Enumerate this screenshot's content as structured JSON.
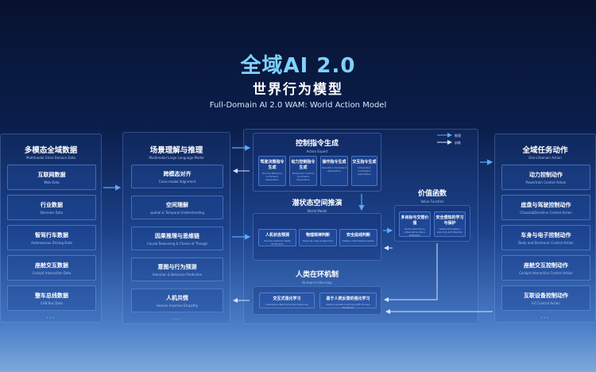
{
  "header": {
    "title": "全域AI 2.0",
    "subtitle": "世界行为模型",
    "tagline": "Full-Domain AI 2.0  WAM: World Action Model"
  },
  "left_panel": {
    "title_zh": "多模态全域数据",
    "title_en": "Multimodal Omni-Domain Data",
    "items": [
      {
        "zh": "互联网数据",
        "en": "Web Data"
      },
      {
        "zh": "行业数据",
        "en": "Domains Data"
      },
      {
        "zh": "智驾行车数据",
        "en": "Autonomous Driving Data"
      },
      {
        "zh": "座舱交互数据",
        "en": "Cockpit Interaction Data"
      },
      {
        "zh": "整车总线数据",
        "en": "CAN Bus Data"
      }
    ],
    "more": "..."
  },
  "scene_panel": {
    "title_zh": "场景理解与推理",
    "title_en": "Multimodal Large Language Model",
    "items": [
      {
        "zh": "跨模态对齐",
        "en": "Cross-modal Alignment"
      },
      {
        "zh": "空间理解",
        "en": "spatial & Temporal Understanding"
      },
      {
        "zh": "因果推理与思维链",
        "en": "Causal Reasoning & Chains of Though"
      },
      {
        "zh": "意图与行为预测",
        "en": "Intention & Behavior Prediction"
      },
      {
        "zh": "人机共情",
        "en": "Human-machine Empathy"
      }
    ],
    "more": "..."
  },
  "control": {
    "title_zh": "控制指令生成",
    "title_en": "Action Expert",
    "items": [
      {
        "zh": "驾驶决策指令生成",
        "en": "Driving Behavior Command Generation"
      },
      {
        "zh": "动力控制指令生成",
        "en": "Powertrain Control Command Generation"
      },
      {
        "zh": "操作指令生成",
        "en": "Operation Command Generation"
      },
      {
        "zh": "交互指令生成",
        "en": "Interaction Command Generation"
      }
    ]
  },
  "world": {
    "title_zh": "潜状态空间推演",
    "title_en": "World Model",
    "items": [
      {
        "zh": "人机状态预测",
        "en": "Human-machine State Prediction"
      },
      {
        "zh": "物理规律判断",
        "en": "Physical Laws Judgement"
      },
      {
        "zh": "安全底线判断",
        "en": "Safety Limit Determination"
      }
    ]
  },
  "value": {
    "title_zh": "价值函数",
    "title_en": "Value Function",
    "items": [
      {
        "zh": "多目标与交替价值",
        "en": "Multi-objective & Alternating Value Definition"
      },
      {
        "zh": "安全感知的学习与保护",
        "en": "Safety-Perception Learning & Protection"
      }
    ]
  },
  "hitl": {
    "title_zh": "人类在环机制",
    "title_en": "Human-in-the-loop",
    "items": [
      {
        "zh": "交互式强化学习",
        "en": "Interactive Reinforcement Learning"
      },
      {
        "zh": "基于人类反馈的强化学习",
        "en": "Reinforcement Learning with Human Feedback"
      }
    ]
  },
  "legend": {
    "inference": "推理",
    "training": "训练"
  },
  "right_panel": {
    "title_zh": "全域任务动作",
    "title_en": "Omni-Domain Action",
    "items": [
      {
        "zh": "动力控制动作",
        "en": "Powertrain Control Action"
      },
      {
        "zh": "底盘与驾驶控制动作",
        "en": "Chassis&Driveline Control Action"
      },
      {
        "zh": "车身与电子控制动作",
        "en": "Body and Electronic Control Action"
      },
      {
        "zh": "座舱交互控制动作",
        "en": "Cockpit Interaction Control Action"
      },
      {
        "zh": "互联设备控制动作",
        "en": "IoT Control Action"
      }
    ],
    "more": "..."
  },
  "colors": {
    "accent": "#7fd1ff",
    "inference_arrow": "#5aa8ff",
    "training_arrow": "#d5e4ff"
  }
}
